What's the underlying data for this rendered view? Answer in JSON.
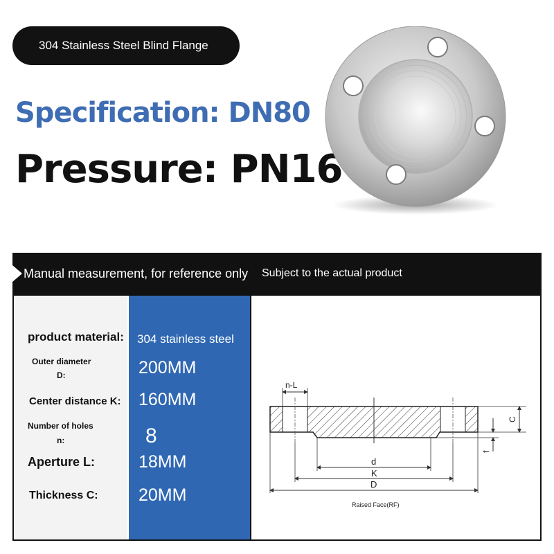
{
  "header": {
    "pill_title": "304 Stainless Steel Blind Flange",
    "specification": "Specification: DN80",
    "pressure": "Pressure: PN16"
  },
  "banner": {
    "left_text": "Manual measurement, for reference only",
    "right_text": "Subject to the actual product"
  },
  "specs": {
    "material_label": "product material:",
    "material_value": "304 stainless steel",
    "outer_label_1": "Outer diameter",
    "outer_label_2": "D:",
    "outer_value": "200MM",
    "center_label": "Center distance K:",
    "center_value": "160MM",
    "holes_label_1": "Number of holes",
    "holes_label_2": "n:",
    "holes_value": "8",
    "aperture_label": "Aperture L:",
    "aperture_value": "18MM",
    "thickness_label": "Thickness C:",
    "thickness_value": "20MM"
  },
  "diagram": {
    "label_nl": "n-L",
    "label_c": "C",
    "label_f": "f",
    "label_d_small": "d",
    "label_k": "K",
    "label_d_big": "D",
    "caption": "Raised Face(RF)"
  },
  "colors": {
    "accent_blue": "#2f67b3",
    "title_blue": "#3f6db3",
    "dark": "#111111"
  }
}
